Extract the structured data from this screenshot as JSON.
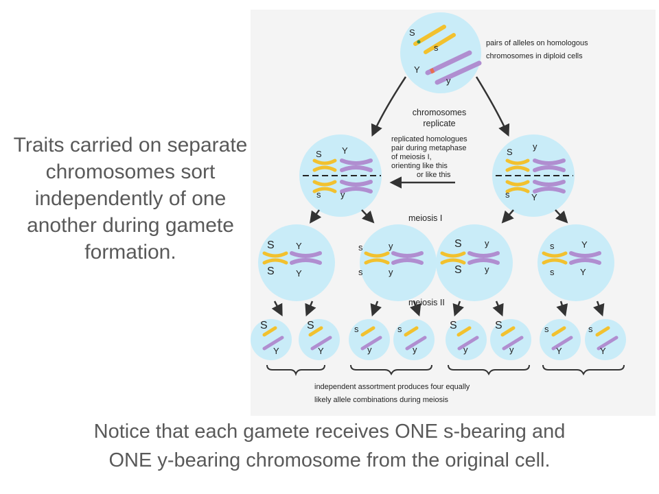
{
  "side_text": "Traits carried on separate chromosomes sort independently of one another during gamete formation.",
  "bottom_text_1": "Notice that each gamete receives ONE s-bearing and",
  "bottom_text_2": "ONE y-bearing chromosome from the original cell.",
  "diagram": {
    "label_pairs_1": "pairs of alleles on homologous",
    "label_pairs_2": "chromosomes in diploid cells",
    "label_replicate_1": "chromosomes",
    "label_replicate_2": "replicate",
    "label_meta_1": "replicated homologues",
    "label_meta_2": "pair during metaphase",
    "label_meta_3": "of meiosis I,",
    "label_meta_4": "orienting like this",
    "label_meta_5": "or like this",
    "label_meiosis1": "meiosis I",
    "label_meiosis2": "meiosis II",
    "label_indep_1": "independent  assortment  produces  four  equally",
    "label_indep_2": "likely  allele  combinations  during  meiosis",
    "alleles": {
      "S": "S",
      "s": "s",
      "Y": "Y",
      "y": "y"
    },
    "colors": {
      "cell": "#c9ecf8",
      "yellow_chromosome": "#f2c12e",
      "purple_chromosome": "#b08ed0",
      "arrow": "#333333",
      "dashed_line": "#222222"
    }
  }
}
